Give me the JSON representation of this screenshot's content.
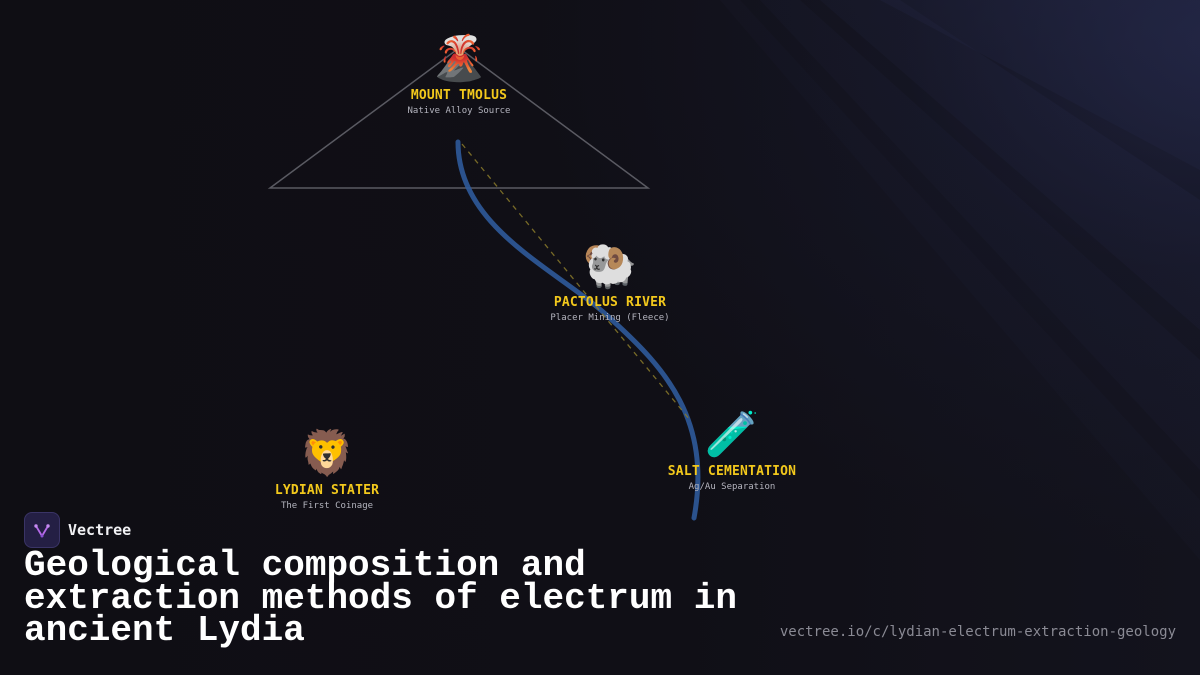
{
  "nodes": [
    {
      "icon": "volcano-icon",
      "glyph": "🌋",
      "title": "MOUNT TMOLUS",
      "subtitle": "Native Alloy Source"
    },
    {
      "icon": "ram-icon",
      "glyph": "🐏",
      "title": "PACTOLUS RIVER",
      "subtitle": "Placer Mining (Fleece)"
    },
    {
      "icon": "test-tube-icon",
      "glyph": "🧪",
      "title": "SALT CEMENTATION",
      "subtitle": "Ag/Au Separation"
    },
    {
      "icon": "lion-icon",
      "glyph": "🦁",
      "title": "LYDIAN STATER",
      "subtitle": "The First Coinage"
    }
  ],
  "brand": {
    "name": "Vectree",
    "logo_icon": "vectree-logo-icon"
  },
  "headline": "Geological composition and extraction methods of electrum in ancient Lydia",
  "url": "vectree.io/c/lydian-electrum-extraction-geology",
  "colors": {
    "accent_gold": "#f2c81c",
    "river_blue": "#2f5a9a",
    "background": "#0e0d13"
  }
}
